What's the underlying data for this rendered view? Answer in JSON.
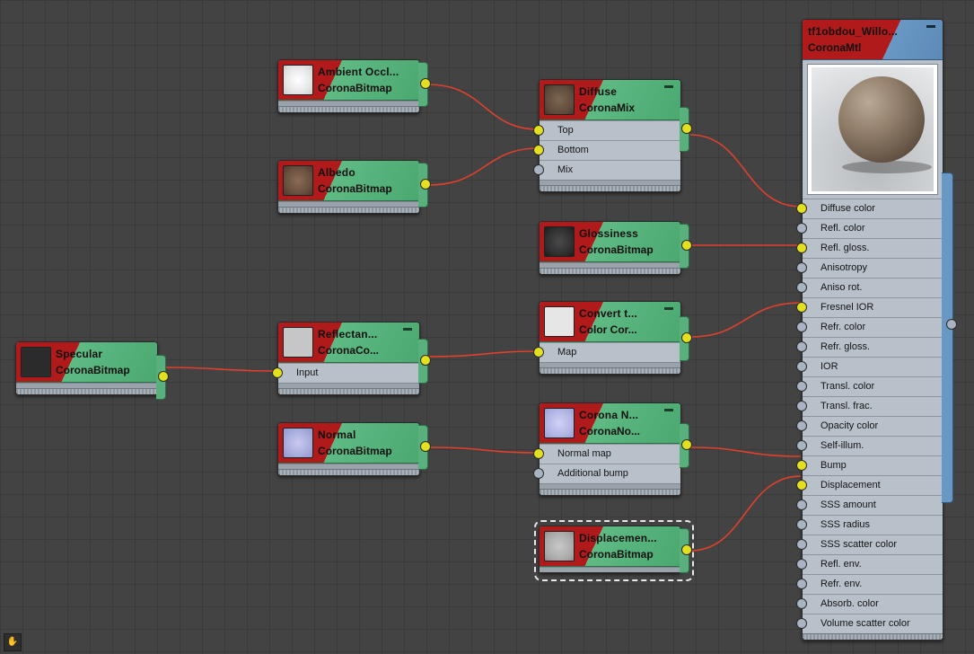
{
  "colors": {
    "background": "#434343",
    "wire": "#e0402c",
    "port_connected": "#e3e020",
    "port_empty": "#a9b3c2",
    "node_header_green": "#5fba84",
    "node_header_red": "#b01a1a",
    "material_header_blue": "#6a98c4"
  },
  "nodes": {
    "ambient": {
      "title": "Ambient  Occl...",
      "type": "CoronaBitmap",
      "thumb": "white-noise"
    },
    "albedo": {
      "title": "Albedo",
      "type": "CoronaBitmap",
      "thumb": "brown-noise"
    },
    "specular": {
      "title": "Specular",
      "type": "CoronaBitmap",
      "thumb": "black"
    },
    "reflectance": {
      "title": "Reflectan...",
      "type": "CoronaCo...",
      "thumb": "grey",
      "slots": [
        "Input"
      ]
    },
    "normal": {
      "title": "Normal",
      "type": "CoronaBitmap",
      "thumb": "blue-noise"
    },
    "diffuse": {
      "title": "Diffuse",
      "type": "CoronaMix",
      "thumb": "brown",
      "slots": [
        "Top",
        "Bottom",
        "Mix"
      ]
    },
    "glossiness": {
      "title": "Glossiness",
      "type": "CoronaBitmap",
      "thumb": "dark-noise"
    },
    "convert": {
      "title": "Convert  t...",
      "type": "Color  Cor...",
      "thumb": "light-grey",
      "slots": [
        "Map"
      ]
    },
    "coronanormal": {
      "title": "Corona  N...",
      "type": "CoronaNo...",
      "thumb": "blue-noise",
      "slots": [
        "Normal map",
        "Additional bump"
      ]
    },
    "displacement": {
      "title": "Displacemen...",
      "type": "CoronaBitmap",
      "thumb": "grey-noise"
    },
    "material": {
      "title": "tf1obdou_Willo...",
      "type": "CoronaMtl",
      "slots": [
        "Diffuse color",
        "Refl. color",
        "Refl. gloss.",
        "Anisotropy",
        "Aniso rot.",
        "Fresnel IOR",
        "Refr. color",
        "Refr. gloss.",
        "IOR",
        "Transl. color",
        "Transl. frac.",
        "Opacity color",
        "Self-illum.",
        "Bump",
        "Displacement",
        "SSS amount",
        "SSS radius",
        "SSS scatter color",
        "Refl. env.",
        "Refr. env.",
        "Absorb. color",
        "Volume scatter color"
      ]
    }
  },
  "corner_icon": "hand-icon"
}
